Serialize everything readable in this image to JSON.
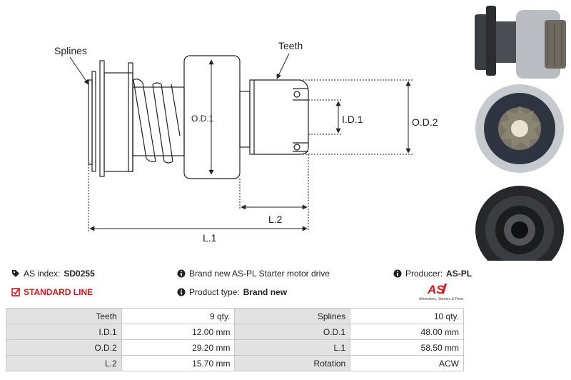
{
  "diagram": {
    "labels": {
      "splines": "Splines",
      "teeth": "Teeth",
      "od1": "O.D.1",
      "id1": "I.D.1",
      "od2": "O.D.2",
      "l2": "L.2",
      "l1": "L.1"
    }
  },
  "photos": [
    "product-photo-side",
    "product-photo-gear-front",
    "product-photo-back"
  ],
  "info": {
    "as_index_label": "AS index:",
    "as_index_value": "SD0255",
    "standard_line": "STANDARD LINE",
    "description": "Brand new AS-PL Starter motor drive",
    "product_type_label": "Product type:",
    "product_type_value": "Brand new",
    "producer_label": "Producer:",
    "producer_value": "AS-PL",
    "logo_text": "AS",
    "logo_subtitle": "Alternators, Starters & Parts"
  },
  "specs": [
    {
      "label1": "Teeth",
      "value1": "9 qty.",
      "label2": "Splines",
      "value2": "10 qty."
    },
    {
      "label1": "I.D.1",
      "value1": "12.00 mm",
      "label2": "O.D.1",
      "value2": "48.00 mm"
    },
    {
      "label1": "O.D.2",
      "value1": "29.20 mm",
      "label2": "L.1",
      "value2": "58.50 mm"
    },
    {
      "label1": "L.2",
      "value1": "15.70 mm",
      "label2": "Rotation",
      "value2": "ACW"
    }
  ],
  "colors": {
    "accent_red": "#d9141a",
    "table_label_bg": "#e2e2e2",
    "table_border": "#c8c8c8"
  }
}
